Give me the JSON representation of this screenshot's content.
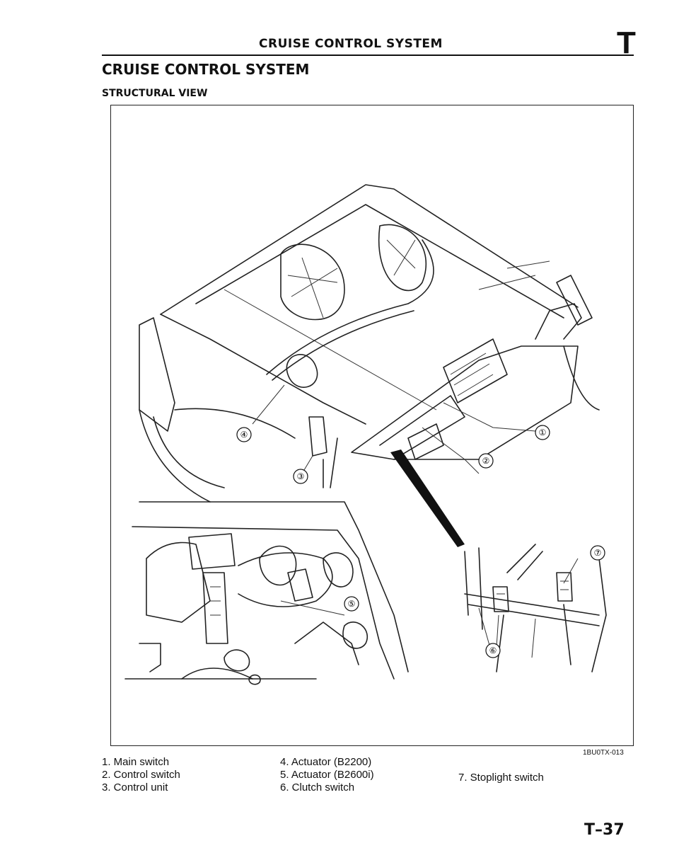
{
  "header": {
    "running_head": "CRUISE CONTROL SYSTEM",
    "section_letter": "T"
  },
  "title": "CRUISE CONTROL SYSTEM",
  "subtitle": "STRUCTURAL VIEW",
  "figure": {
    "code": "1BU0TX-013",
    "callouts": [
      "①",
      "②",
      "③",
      "④",
      "⑤",
      "⑥",
      "⑦"
    ]
  },
  "legend": {
    "col1": [
      "1. Main switch",
      "2. Control switch",
      "3. Control unit"
    ],
    "col2": [
      "4. Actuator (B2200)",
      "5. Actuator (B2600i)",
      "6. Clutch switch"
    ],
    "col3": [
      "7. Stoplight switch"
    ]
  },
  "page_number": "T–37"
}
